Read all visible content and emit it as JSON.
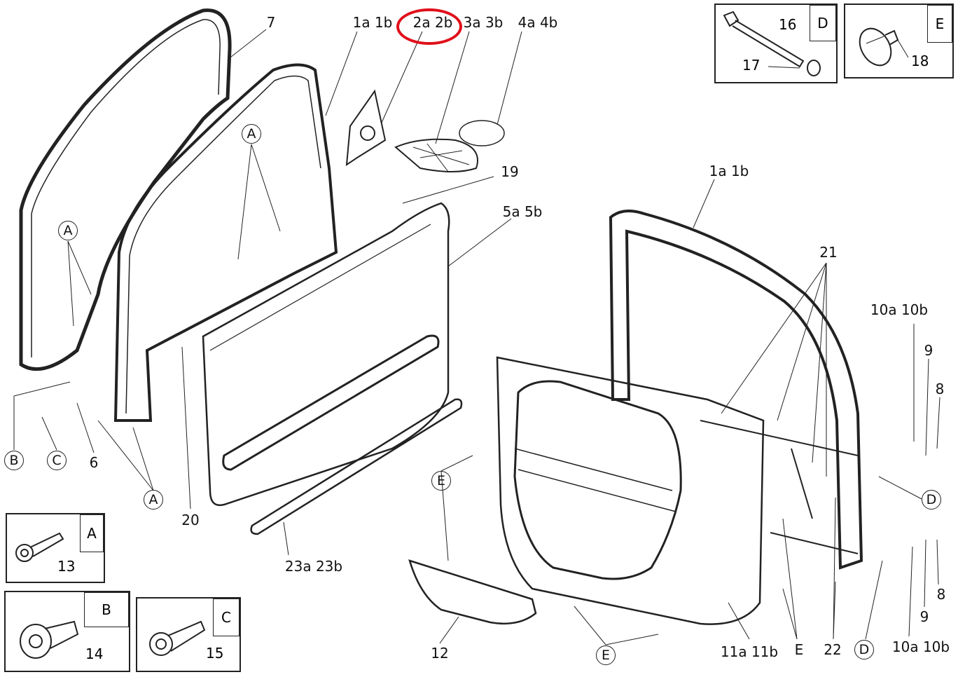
{
  "diagram": {
    "highlight_color": "#e0101a",
    "labels": [
      "7",
      "1a  1b",
      "2a  2b",
      "3a  3b",
      "4a  4b",
      "19",
      "5a  5b",
      "1a  1b",
      "21",
      "10a  10b",
      "9",
      "8",
      "D",
      "8",
      "9",
      "10a  10b",
      "D",
      "22",
      "E",
      "11a  11b",
      "E",
      "12",
      "E",
      "23a  23b",
      "20",
      "A",
      "6",
      "C",
      "B",
      "A",
      "A"
    ],
    "highlighted_label": "2a  2b",
    "detail_boxes": {
      "A": {
        "letter": "A",
        "parts": [
          "13"
        ]
      },
      "B": {
        "letter": "B",
        "parts": [
          "14"
        ]
      },
      "C": {
        "letter": "C",
        "parts": [
          "15"
        ]
      },
      "D": {
        "letter": "D",
        "parts": [
          "16",
          "17"
        ]
      },
      "E": {
        "letter": "E",
        "parts": [
          "18"
        ]
      }
    }
  }
}
